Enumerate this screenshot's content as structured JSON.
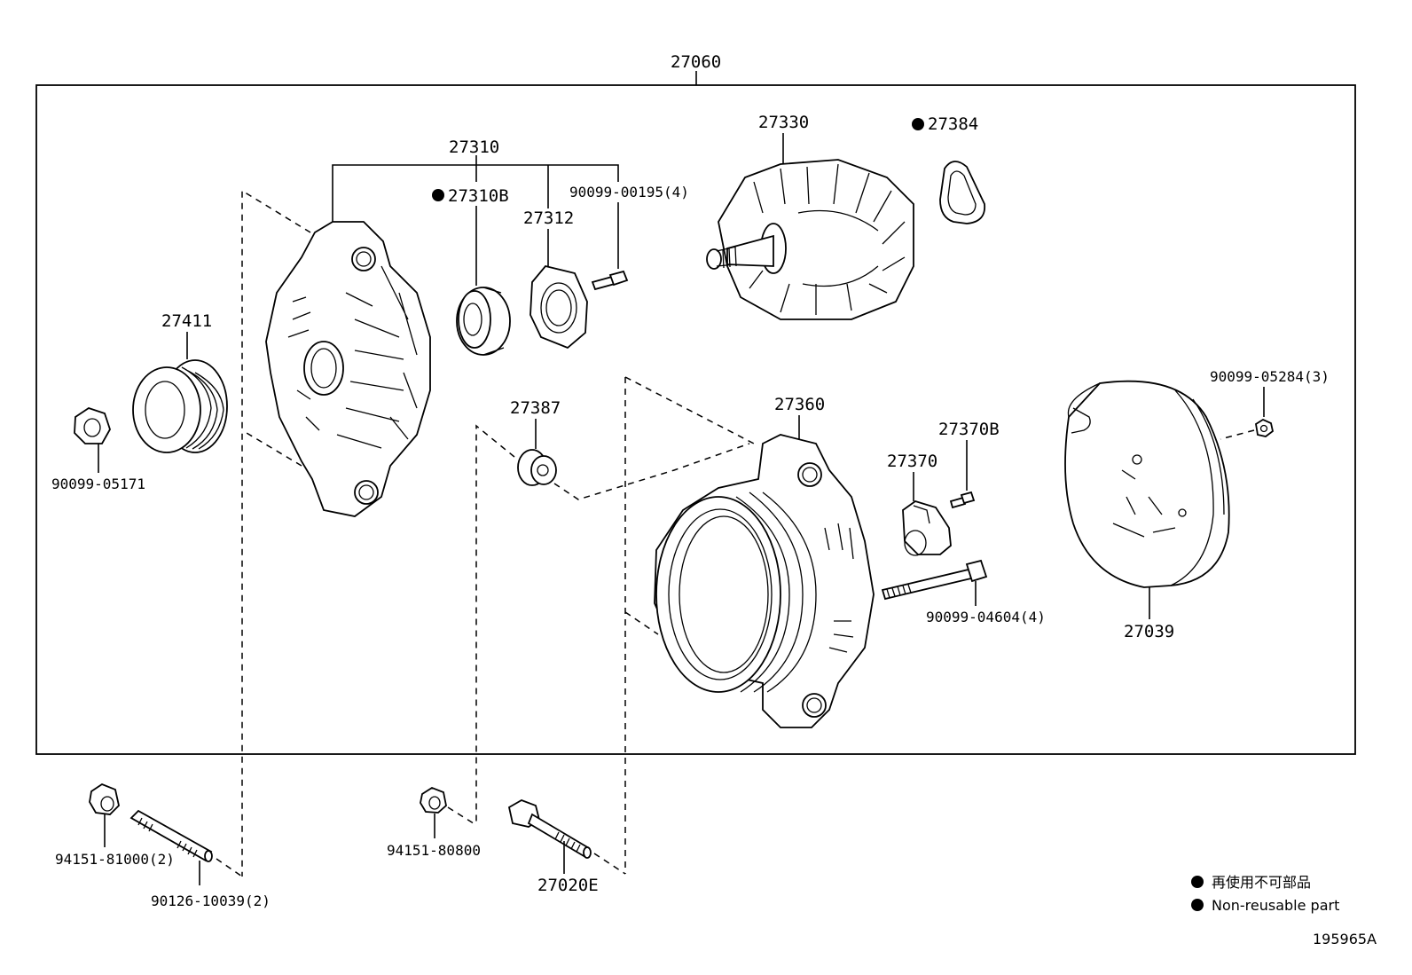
{
  "assembly": {
    "number": "27060"
  },
  "parts": {
    "p27310": "27310",
    "p27310B": "27310B",
    "p27312": "27312",
    "p90099_00195": "90099-00195(4)",
    "p27330": "27330",
    "p27384": "27384",
    "p27411": "27411",
    "p90099_05171": "90099-05171",
    "p27387": "27387",
    "p27360": "27360",
    "p27370B": "27370B",
    "p27370": "27370",
    "p90099_05284": "90099-05284(3)",
    "p90099_04604": "90099-04604(4)",
    "p27039": "27039",
    "p94151_81000": "94151-81000(2)",
    "p90126_10039": "90126-10039(2)",
    "p94151_80800": "94151-80800",
    "p27020E": "27020E"
  },
  "legend": {
    "japanese": "再使用不可部品",
    "english": "Non-reusable part"
  },
  "footer": {
    "figure_id": "195965A"
  },
  "colors": {
    "ink": "#000000",
    "background": "#ffffff"
  }
}
